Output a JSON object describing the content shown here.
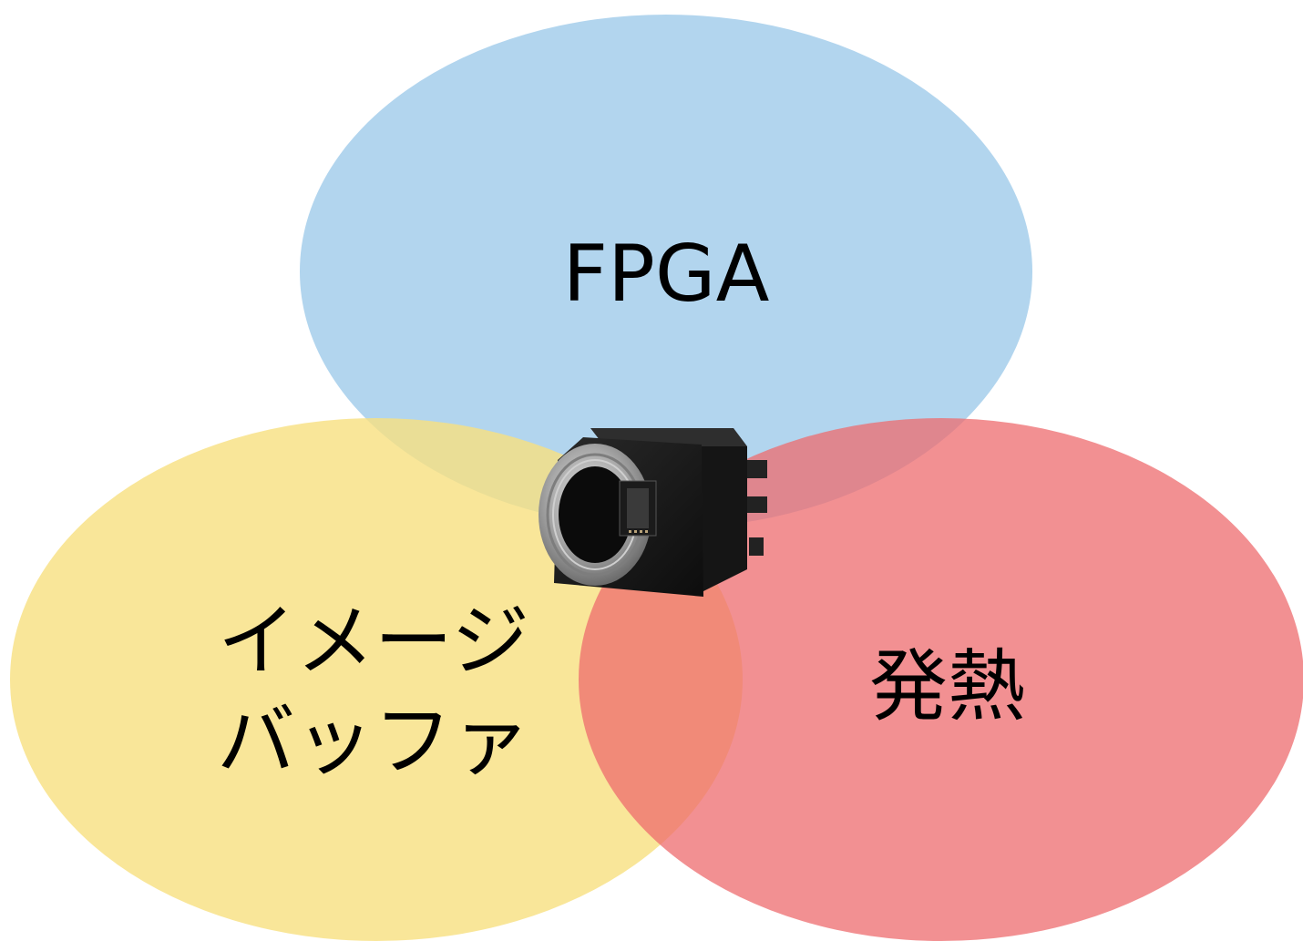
{
  "diagram": {
    "type": "venn",
    "sets": [
      {
        "id": "fpga",
        "label": "FPGA",
        "color": "#9fcbea"
      },
      {
        "id": "image_buffer",
        "label_lines": [
          "イメージ",
          "バッファ"
        ],
        "color": "#f8e07f"
      },
      {
        "id": "heat",
        "label": "発熱",
        "color": "#ee6b6e"
      }
    ],
    "center_image": "industrial-camera-icon",
    "colors": {
      "fpga_fill": "#9fcbea",
      "buffer_fill": "#f8e07f",
      "heat_fill": "#ee6b6e",
      "camera_body": "#1a1a1a",
      "camera_lens_ring": "#b9b9b9"
    }
  }
}
